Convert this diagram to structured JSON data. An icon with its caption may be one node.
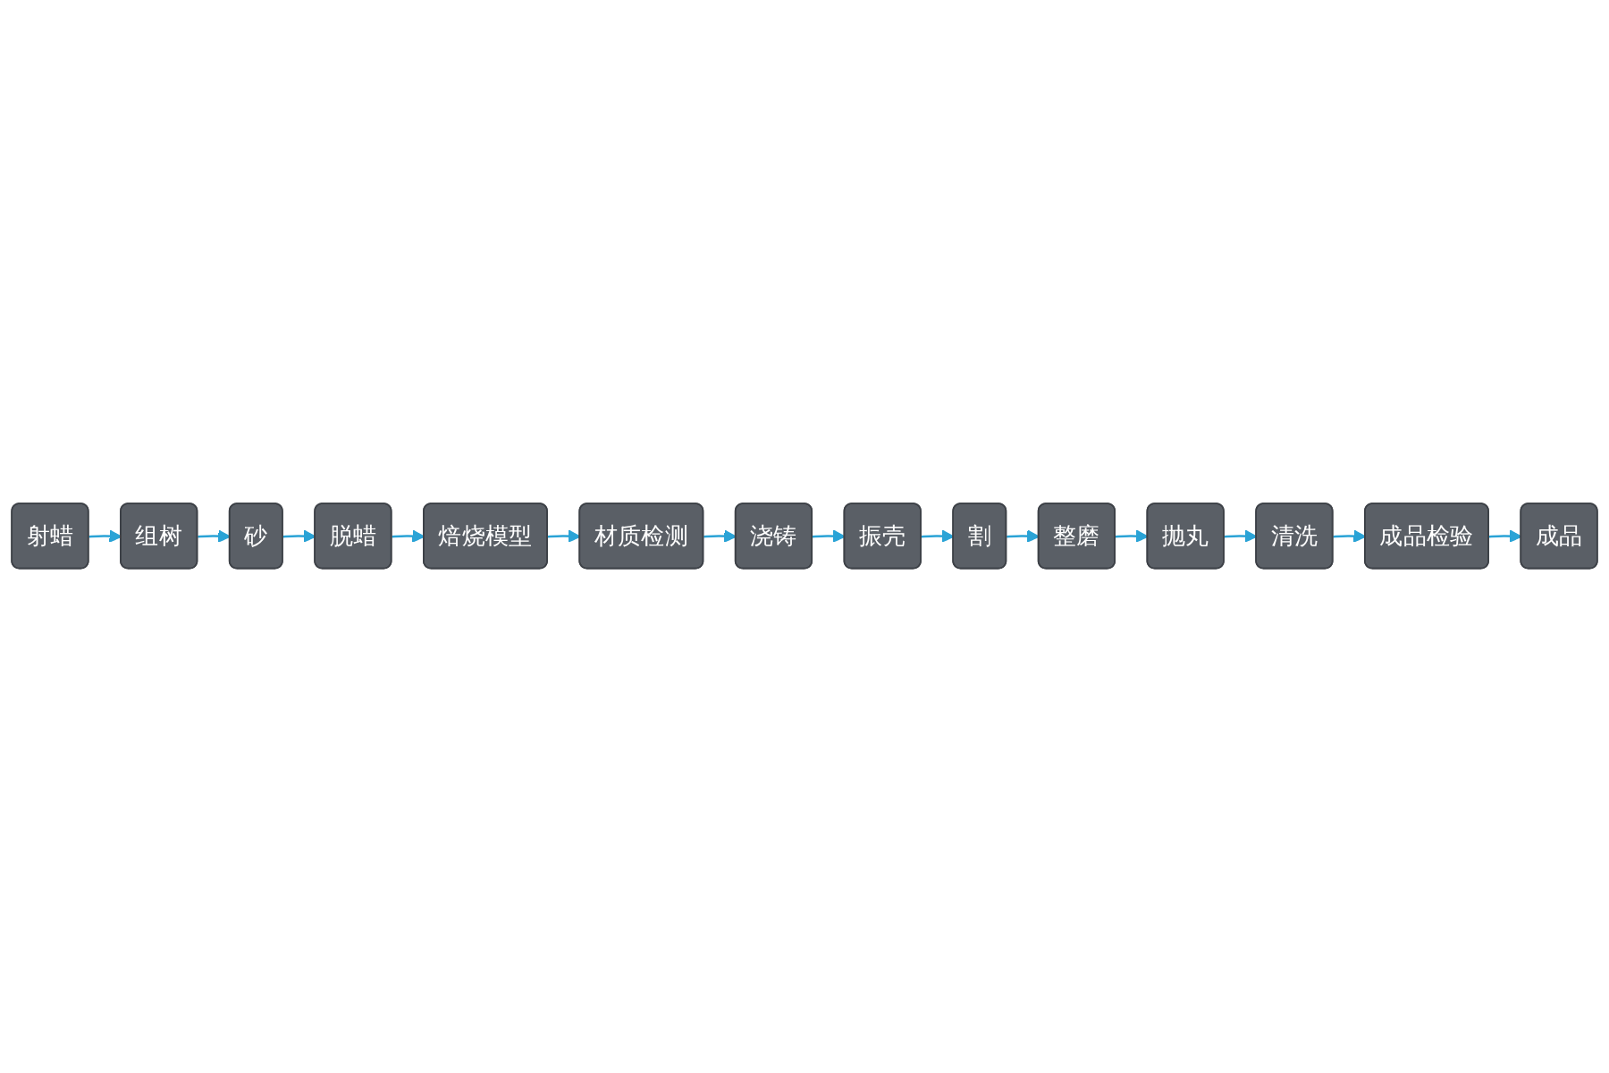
{
  "diagram": {
    "nodes": [
      {
        "text": [
          "射蜡"
        ]
      },
      {
        "text": [
          "组树"
        ]
      },
      {
        "text": [
          "砂"
        ]
      },
      {
        "text": [
          "脱蜡"
        ]
      },
      {
        "text": [
          "焙烧模型"
        ]
      },
      {
        "text": [
          "材质检测"
        ]
      },
      {
        "text": [
          "浇铸"
        ]
      },
      {
        "text": [
          "振壳"
        ]
      },
      {
        "text": [
          "割"
        ]
      },
      {
        "text": [
          "整磨"
        ]
      },
      {
        "text": [
          "抛丸"
        ]
      },
      {
        "text": [
          "清洗"
        ]
      },
      {
        "text": [
          "成品检验"
        ]
      },
      {
        "text": [
          "成品"
        ]
      }
    ],
    "edges": [
      {
        "from": 0,
        "to": 1,
        "arrow": "to"
      },
      {
        "from": 1,
        "to": 2,
        "arrow": "to"
      },
      {
        "from": 2,
        "to": 3,
        "arrow": "to"
      },
      {
        "from": 3,
        "to": 4,
        "arrow": "to"
      },
      {
        "from": 4,
        "to": 5,
        "arrow": "to"
      },
      {
        "from": 5,
        "to": 6,
        "arrow": "to"
      },
      {
        "from": 6,
        "to": 7,
        "arrow": "to"
      },
      {
        "from": 7,
        "to": 8,
        "arrow": "to"
      },
      {
        "from": 8,
        "to": 9,
        "arrow": "to"
      },
      {
        "from": 9,
        "to": 10,
        "arrow": "to"
      },
      {
        "from": 10,
        "to": 11,
        "arrow": "to"
      },
      {
        "from": 11,
        "to": 12,
        "arrow": "to"
      },
      {
        "from": 12,
        "to": 13,
        "arrow": "to"
      }
    ]
  }
}
